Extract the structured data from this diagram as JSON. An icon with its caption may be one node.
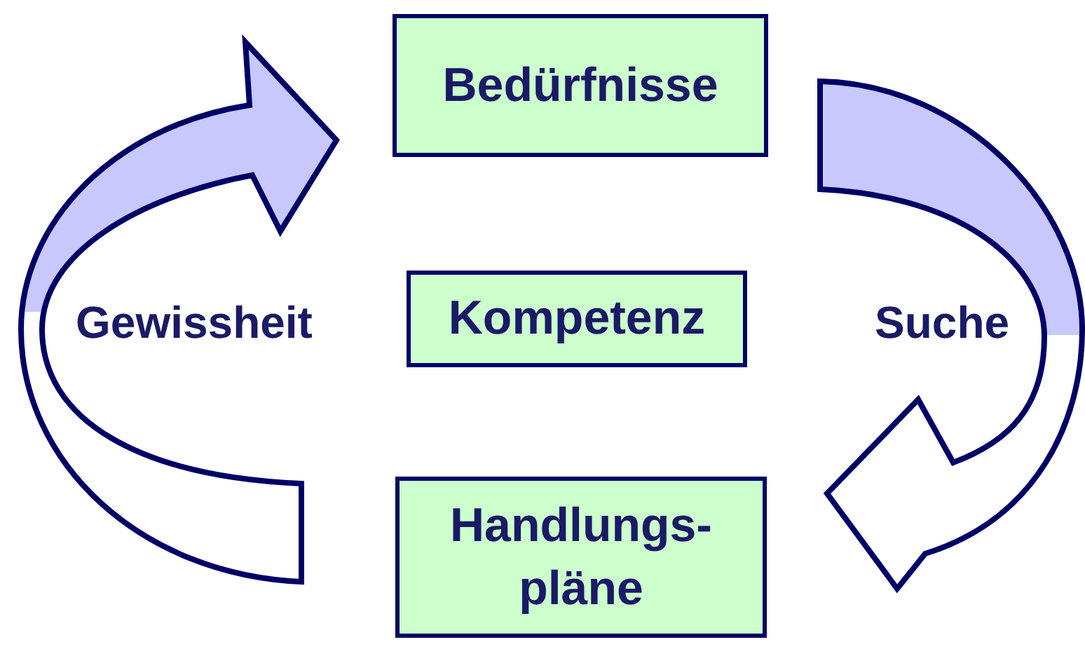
{
  "diagram": {
    "nodes": [
      {
        "text": [
          "Bedürfnisse"
        ]
      },
      {
        "text": [
          "Kompetenz"
        ]
      },
      {
        "text": [
          "Handlungs- pläne"
        ]
      }
    ],
    "edges": [
      {
        "from": 0,
        "to": 2,
        "arrow": "to",
        "label": "Suche"
      },
      {
        "from": 2,
        "to": 0,
        "arrow": "to",
        "label": "Gewissheit"
      }
    ]
  }
}
